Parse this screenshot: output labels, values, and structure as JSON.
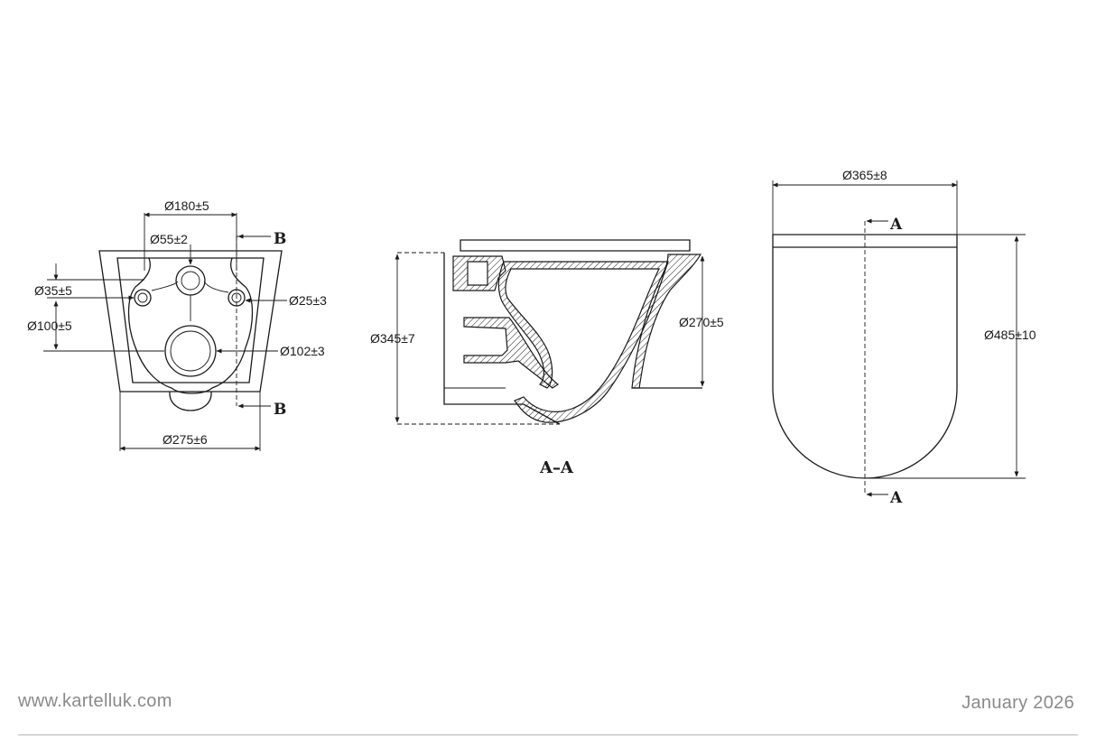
{
  "front_view": {
    "dim_width_top": "Ø180±5",
    "dim_inlet": "Ø55±2",
    "dim_fix_hole_height": "Ø35±5",
    "dim_fix_hole": "Ø25±3",
    "dim_outlet_height": "Ø100±5",
    "dim_outlet": "Ø102±3",
    "dim_width_bottom": "Ø275±6",
    "section_mark_top": "B",
    "section_mark_bottom": "B"
  },
  "section_view": {
    "dim_total_height": "Ø345±7",
    "dim_bowl_height": "Ø270±5",
    "title": "A–A"
  },
  "top_view": {
    "dim_width": "Ø365±8",
    "dim_length": "Ø485±10",
    "section_mark_top": "A",
    "section_mark_bottom": "A"
  },
  "footer": {
    "website": "www.kartelluk.com",
    "date": "January 2026"
  }
}
